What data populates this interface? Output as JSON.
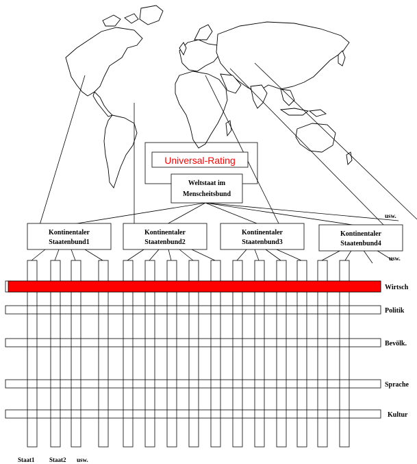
{
  "universal_rating": "Universal-Rating",
  "weltstaat": [
    "Weltstaat im",
    "Menscheitsbund"
  ],
  "continents": [
    [
      "Kontinentaler",
      "Staatenbund1"
    ],
    [
      "Kontinentaler",
      "Staatenbund2"
    ],
    [
      "Kontinentaler",
      "Staatenbund3"
    ],
    [
      "Kontinentaler",
      "Staatenbund4"
    ]
  ],
  "usw_top": "usw.",
  "usw_mid": "usw.",
  "usw_bottom": "usw.",
  "categories": [
    "Wirtsch",
    "Politik",
    "Bevölk.",
    "Sprache",
    "Kultur"
  ],
  "states": [
    "Staat1",
    "Staat2"
  ],
  "colors": {
    "highlight": "#ff0000",
    "rating_text": "#ff0000",
    "ink": "#000000"
  }
}
